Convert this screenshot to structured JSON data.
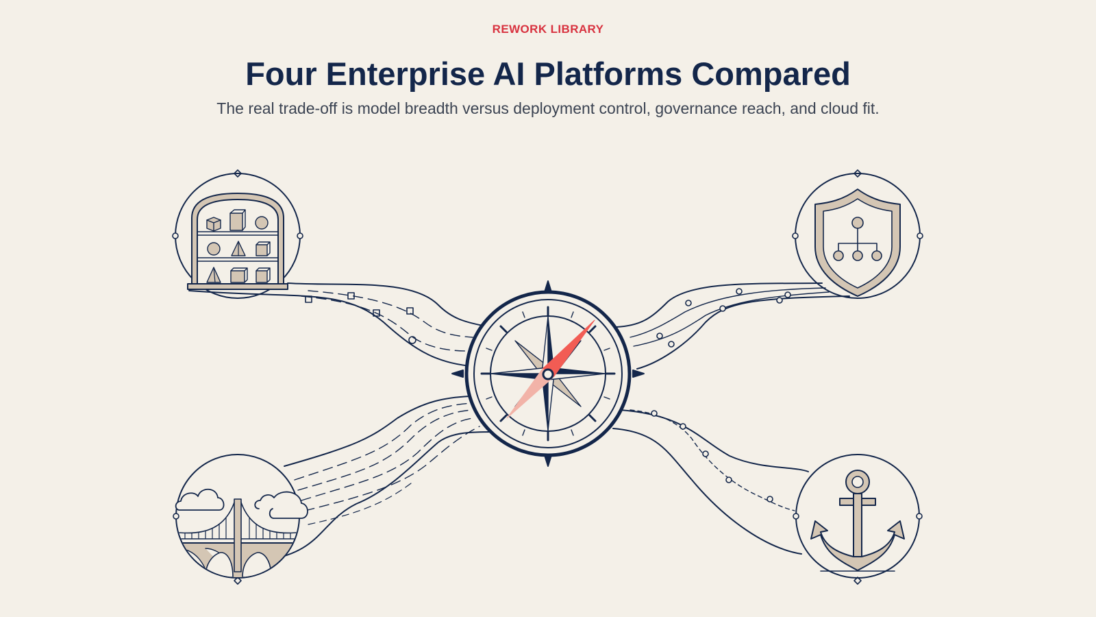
{
  "header": {
    "eyebrow": "REWORK LIBRARY",
    "title": "Four Enterprise AI Platforms Compared",
    "subtitle": "The real trade-off is model breadth versus deployment control, governance reach, and cloud fit."
  },
  "colors": {
    "background": "#f4f0e8",
    "ink": "#13264a",
    "accent": "#f25c54",
    "fill": "#d4c6b4",
    "eyebrow": "#d8323f"
  },
  "icons": {
    "center": "compass-icon",
    "top_left": "model-shelf-icon",
    "top_right": "governance-shield-icon",
    "bottom_left": "cloud-bridge-icon",
    "bottom_right": "anchor-icon"
  }
}
